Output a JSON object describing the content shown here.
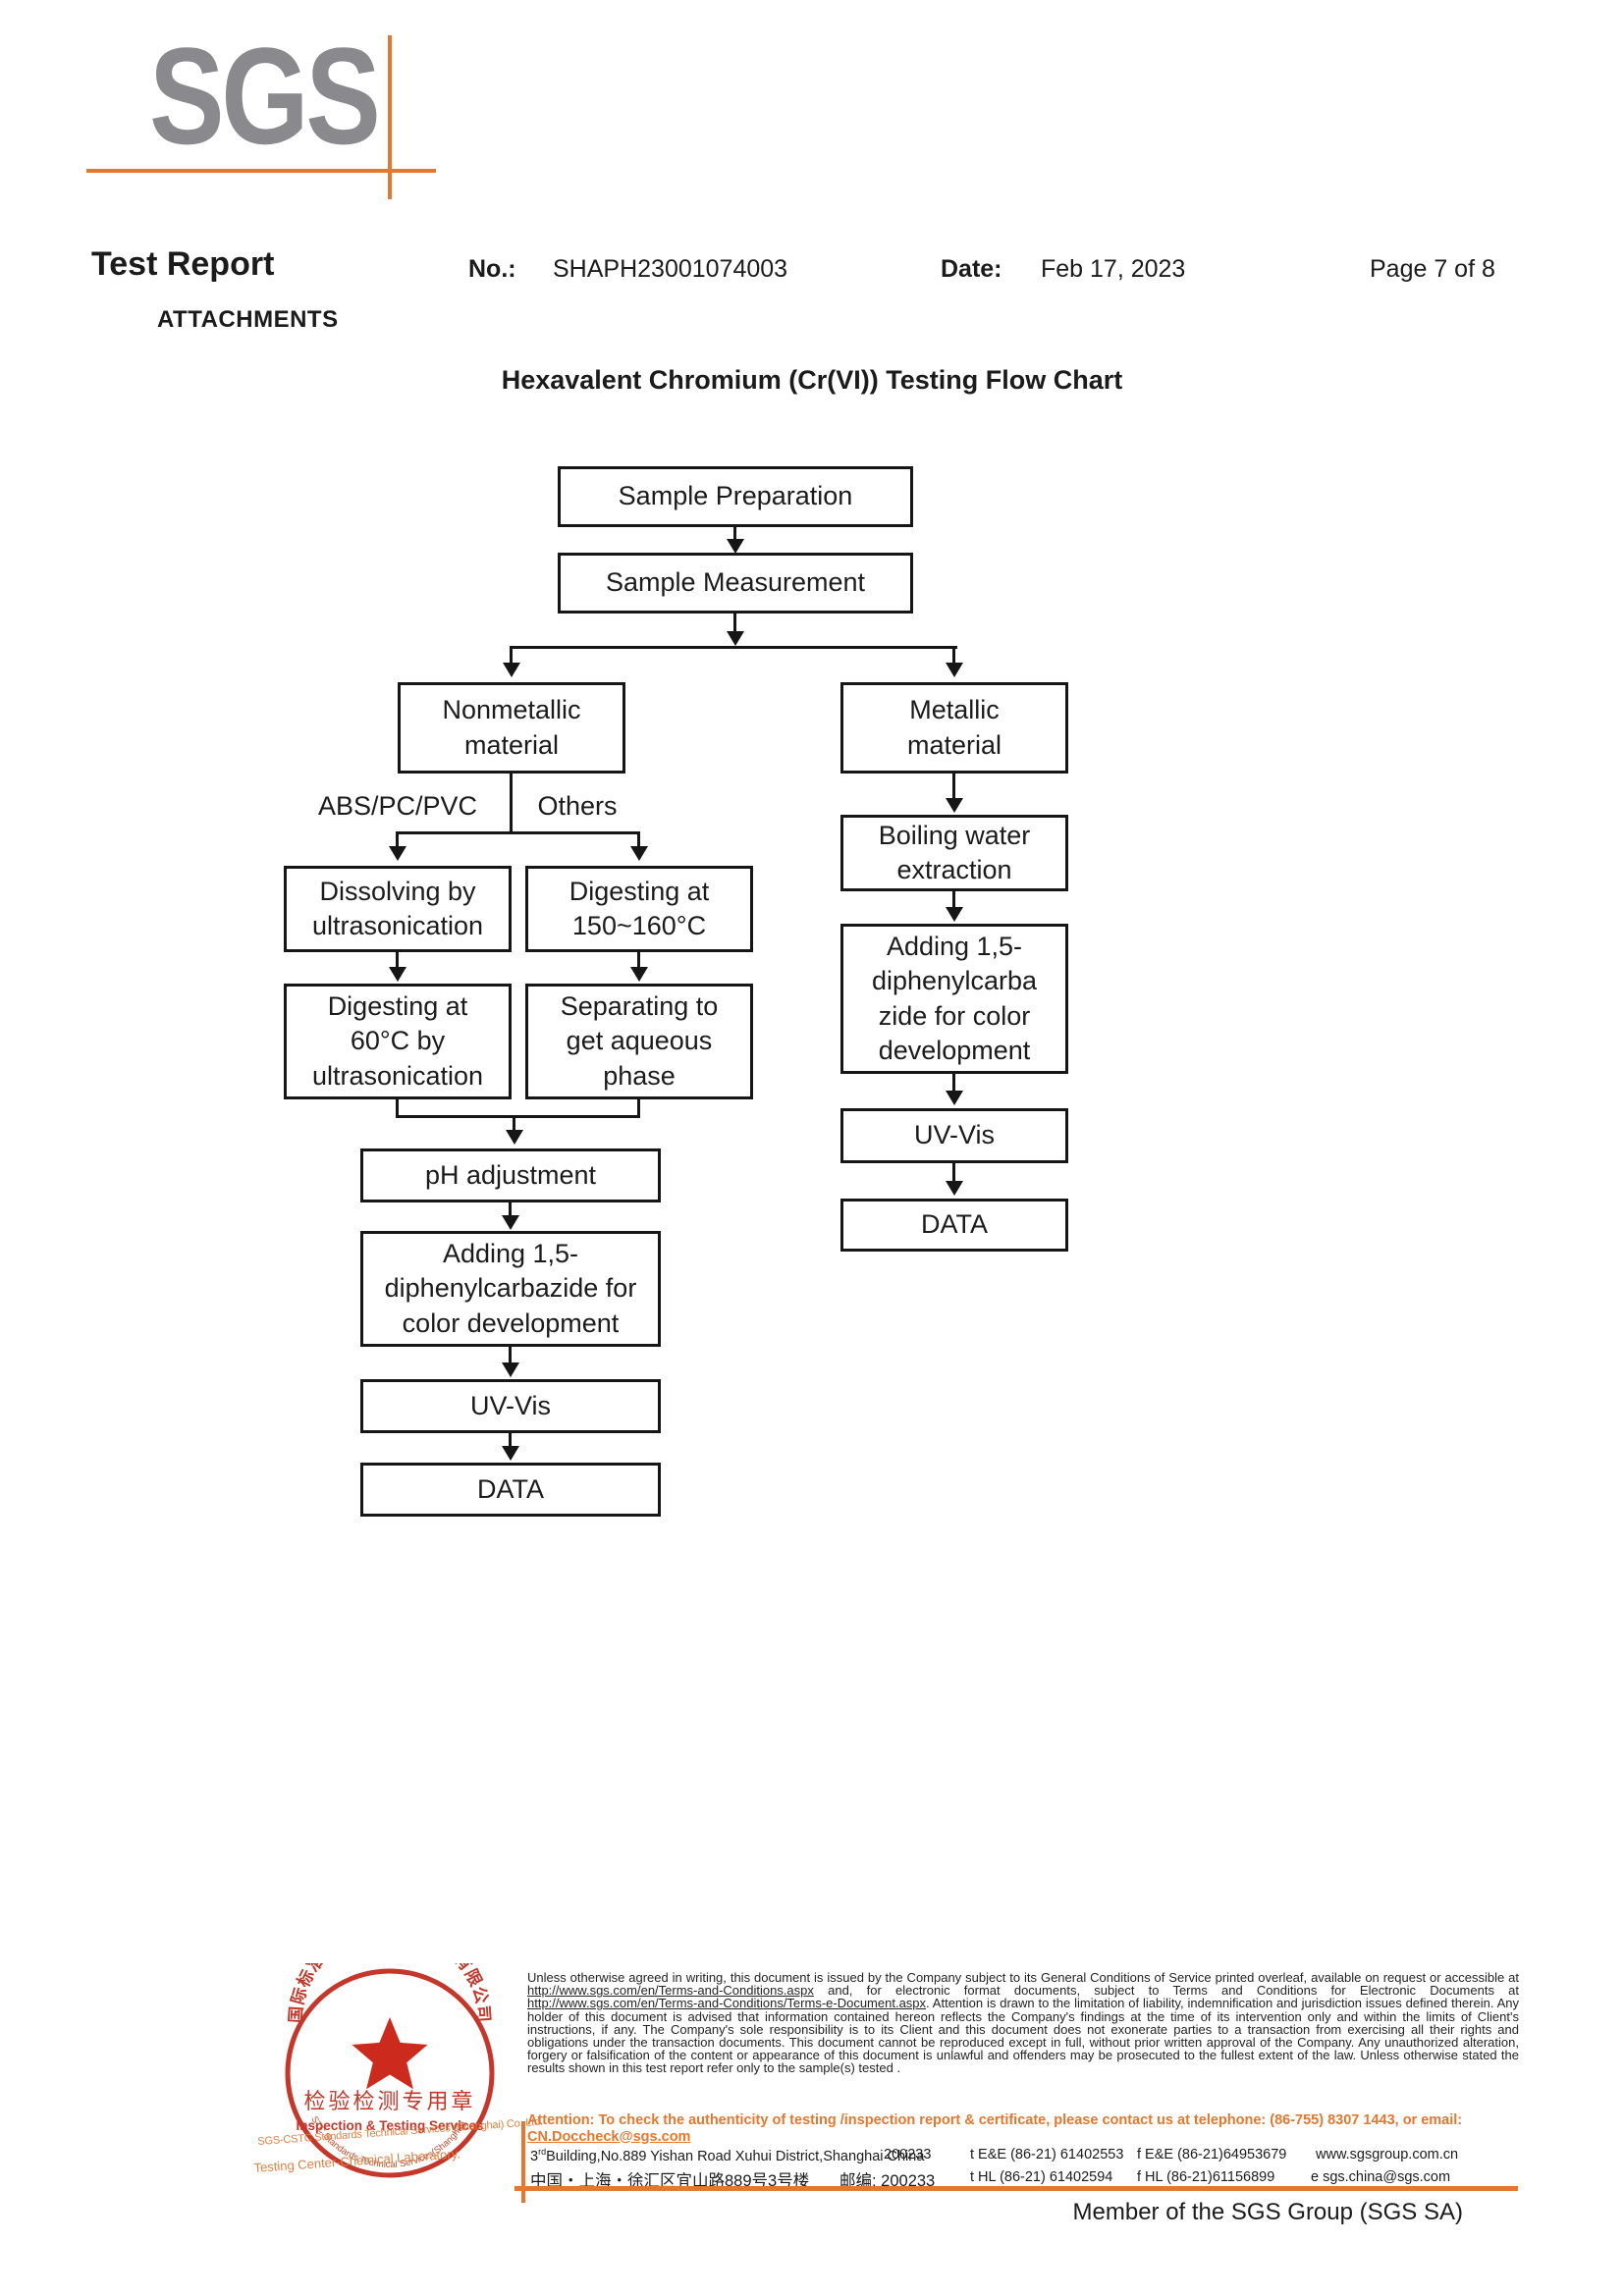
{
  "logo": {
    "text": "SGS"
  },
  "header": {
    "report_title": "Test Report",
    "attachments_label": "ATTACHMENTS",
    "no_label": "No.:",
    "report_no": "SHAPH23001074003",
    "date_label": "Date:",
    "date_value": "Feb 17, 2023",
    "page_indicator": "Page 7 of 8"
  },
  "flowchart": {
    "title": "Hexavalent Chromium (Cr(VI)) Testing Flow Chart",
    "nodes": {
      "sample_preparation": "Sample Preparation",
      "sample_measurement": "Sample Measurement",
      "nonmetallic": "Nonmetallic\nmaterial",
      "metallic": "Metallic\nmaterial",
      "dissolving": "Dissolving by\nultrasonication",
      "digesting_150": "Digesting at\n150~160°C",
      "digesting_60": "Digesting at\n60°C by\nultrasonication",
      "separating": "Separating to\nget aqueous\nphase",
      "ph_adjustment": "pH adjustment",
      "adding_dpc_left": "Adding 1,5-\ndiphenylcarbazide for\ncolor development",
      "uv_vis_left": "UV-Vis",
      "data_left": "DATA",
      "boiling": "Boiling water\nextraction",
      "adding_dpc_right": "Adding 1,5-\ndiphenylcarba\nzide for color\ndevelopment",
      "uv_vis_right": "UV-Vis",
      "data_right": "DATA"
    },
    "branch_labels": {
      "abs_pc_pvc": "ABS/PC/PVC",
      "others": "Others"
    }
  },
  "stamp": {
    "top_arc_cn": "国际标准技术服务（上海）有限公司",
    "center_cn": "检验检测专用章",
    "center_en": "Inspection & Testing Services",
    "bottom_arc_en": "SGS-CSTC Standards Technical Services(Shanghai) Co.,Ltd."
  },
  "watermark": {
    "line1": "SGS-CSTC Standards Technical Services (Shanghai) Co.,Ltd.",
    "line2": "Testing Center-Chemical Laboratory."
  },
  "footer": {
    "legal": {
      "p1": "Unless otherwise agreed in writing, this document is issued by the Company subject to its General Conditions of Service printed overleaf, available on request or accessible at ",
      "url1": "http://www.sgs.com/en/Terms-and-Conditions.aspx",
      "p2": " and, for electronic format documents, subject to Terms and Conditions for Electronic Documents at ",
      "url2": "http://www.sgs.com/en/Terms-and-Conditions/Terms-e-Document.aspx",
      "p3": ". Attention is drawn to the limitation of liability, indemnification and jurisdiction issues defined therein. Any holder of this document is advised that information contained hereon reflects the Company's findings at the time of its intervention only and within the limits of Client's instructions, if any. The Company's sole responsibility is to its Client and this document does not exonerate parties to a transaction from exercising all their rights and obligations under the transaction documents. This document cannot be reproduced except in full, without prior written approval of the Company. Any unauthorized alteration, forgery or falsification of the content or appearance of this document is unlawful and offenders may be prosecuted to the fullest extent of the law. Unless otherwise stated the results shown in this test report refer only to the sample(s) tested ."
    },
    "attention": {
      "text": "Attention: To check the authenticity of testing /inspection report & certificate, please contact us at telephone: (86-755) 8307 1443, or email: ",
      "email": "CN.Doccheck@sgs.com"
    },
    "address": {
      "en_num": "3",
      "en_sup": "rd",
      "en_rest": "Building,No.889 Yishan Road Xuhui District,Shanghai China",
      "zip_en": "200233",
      "tel_en": "t E&E (86-21) 61402553",
      "fax_en": "f E&E (86-21)64953679",
      "web": "www.sgsgroup.com.cn",
      "cn": "中国・上海・徐汇区宜山路889号3号楼",
      "zip_cn": "邮编: 200233",
      "tel_cn": "t HL (86-21) 61402594",
      "fax_cn": "f HL (86-21)61156899",
      "email": "e  sgs.china@sgs.com"
    },
    "member": "Member of the SGS Group (SGS SA)"
  },
  "colors": {
    "accent_orange": "#e5772e",
    "logo_gray": "#8a8a8e",
    "stamp_red": "#c4372a",
    "watermark_orange": "#dd8144",
    "line_black": "#161616"
  }
}
